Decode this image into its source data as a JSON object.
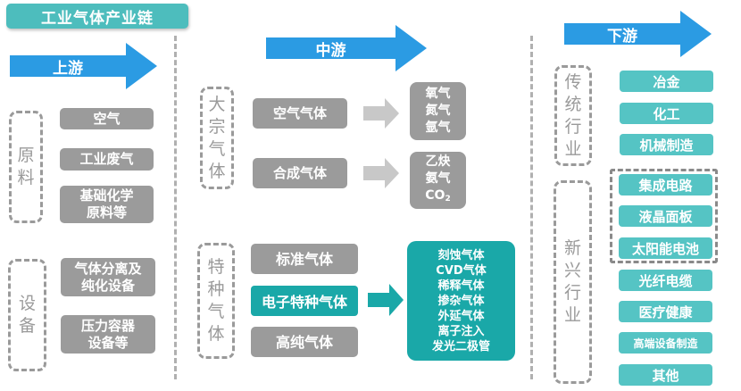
{
  "title": "工业气体产业链",
  "colors": {
    "arrow_blue": "#2b9be3",
    "teal_light": "#55c4c4",
    "teal_dark": "#1aa8a8",
    "gray_box": "#9b9b9b",
    "dash_gray": "#9a9a9a"
  },
  "upstream": {
    "label": "上游",
    "groups": [
      {
        "label": "原料",
        "items": [
          "空气",
          "工业废气",
          "基础化学原料等"
        ]
      },
      {
        "label": "设备",
        "items": [
          "气体分离及纯化设备",
          "压力容器设备等"
        ]
      }
    ],
    "items_display": {
      "raw_1": "空气",
      "raw_2": "工业废气",
      "raw_3a": "基础化学",
      "raw_3b": "原料等",
      "eq_1a": "气体分离及",
      "eq_1b": "纯化设备",
      "eq_2a": "压力容器",
      "eq_2b": "设备等"
    },
    "group_labels": {
      "raw_a": "原",
      "raw_b": "料",
      "eq_a": "设",
      "eq_b": "备"
    }
  },
  "midstream": {
    "label": "中游",
    "bulk": {
      "label_chars": [
        "大",
        "宗",
        "气",
        "体"
      ],
      "items": [
        "空气气体",
        "合成气体"
      ],
      "outputs_air": [
        "氧气",
        "氮气",
        "氩气"
      ],
      "outputs_syn_1": "乙炔",
      "outputs_syn_2": "氨气",
      "outputs_syn_3": "CO",
      "outputs_syn_3_sub": "2"
    },
    "special": {
      "label_chars": [
        "特",
        "种",
        "气",
        "体"
      ],
      "items": [
        "标准气体",
        "电子特种气体",
        "高纯气体"
      ],
      "electronic_outputs": [
        "刻蚀气体",
        "CVD气体",
        "稀释气体",
        "掺杂气体",
        "外延气体",
        "离子注入",
        "发光二极管"
      ]
    }
  },
  "downstream": {
    "label": "下游",
    "traditional": {
      "label_chars": [
        "传",
        "统",
        "行",
        "业"
      ],
      "items": [
        "冶金",
        "化工",
        "机械制造"
      ]
    },
    "emerging": {
      "label_chars": [
        "新",
        "兴",
        "行",
        "业"
      ],
      "highlighted_items": [
        "集成电路",
        "液晶面板",
        "太阳能电池"
      ],
      "items": [
        "光纤电缆",
        "医疗健康",
        "高端设备制造",
        "其他"
      ]
    }
  }
}
